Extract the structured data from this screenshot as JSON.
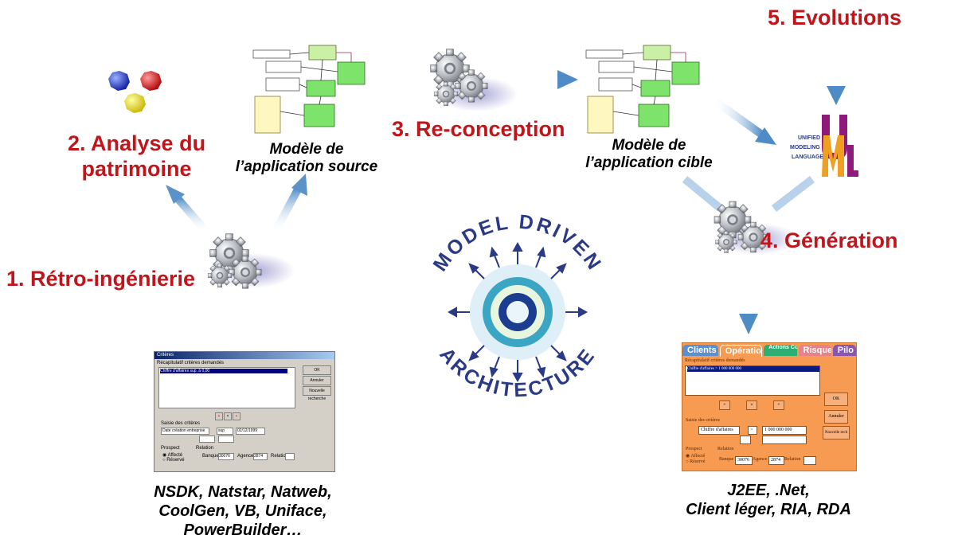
{
  "steps": {
    "step1": "1. Rétro-ingénierie",
    "step2_line1": "2. Analyse du",
    "step2_line2": "patrimoine",
    "step3": "3. Re-conception",
    "step4": "4. Génération",
    "step5": "5. Evolutions"
  },
  "captions": {
    "source_model_line1": "Modèle de",
    "source_model_line2": "l’application source",
    "target_model_line1": "Modèle de",
    "target_model_line2": "l’application cible"
  },
  "legacy_tech": {
    "line1": "NSDK, Natstar, Natweb,",
    "line2": "CoolGen, VB, Uniface,",
    "line3": "PowerBuilder…"
  },
  "target_tech": {
    "line1": "J2EE, .Net,",
    "line2": "Client léger, RIA, RDA"
  },
  "mda_logo": {
    "top_text": "MODEL DRIVEN",
    "bottom_text": "ARCHITECTURE"
  },
  "uml_logo": {
    "line1": "UNIFIED",
    "line2": "MODELING",
    "line3": "LANGUAGE"
  },
  "legacy_window": {
    "title": "Critères",
    "section1": "Récapitulatif critères demandés",
    "row1": "Chiffre d'affaires  sup. à       0,00",
    "ok": "OK",
    "cancel": "Annuler",
    "new_search": "Nouvelle recherche",
    "section2": "Saisie des critères",
    "field1": "Date création entreprise",
    "op1": "sup",
    "val1": "02/12/1999",
    "prospect_label": "Prospect",
    "radio1": "Affecté",
    "radio2": "Réservé",
    "relation_label": "Relation",
    "bank_label": "Banque",
    "bank_value": "30076",
    "agency_label": "Agence",
    "agency_value": "2874",
    "relation_field": "Relation"
  },
  "modern_window": {
    "tabs": [
      "Clients",
      "Opérations",
      "Actions Commerciales",
      "Risque",
      "Pilo"
    ],
    "section1": "Récapitulatif critères demandés",
    "row1": "Chiffre d'affaires > 1 000 000 000",
    "ok": "OK",
    "cancel": "Annuler",
    "new_search": "Nouvelle rech",
    "section2": "Saisie des critères",
    "field1": "Chiffre d'affaires",
    "op1": ">",
    "val1": "1 000 000 000",
    "prospect_label": "Prospect",
    "radio1": "Affecté",
    "radio2": "Réservé",
    "relation_label": "Relation",
    "bank_label": "Banque",
    "bank_value": "30076",
    "agency_label": "Agence",
    "agency_value": "2874",
    "relation_field": "Relation"
  },
  "colors": {
    "step_red": "#c0151b",
    "arrow_blue": "#5b93c8",
    "mda_navy": "#2b3a86",
    "uml_purple": "#8e1a7a",
    "uml_orange": "#f0a020",
    "window_orange": "#f79a52"
  }
}
